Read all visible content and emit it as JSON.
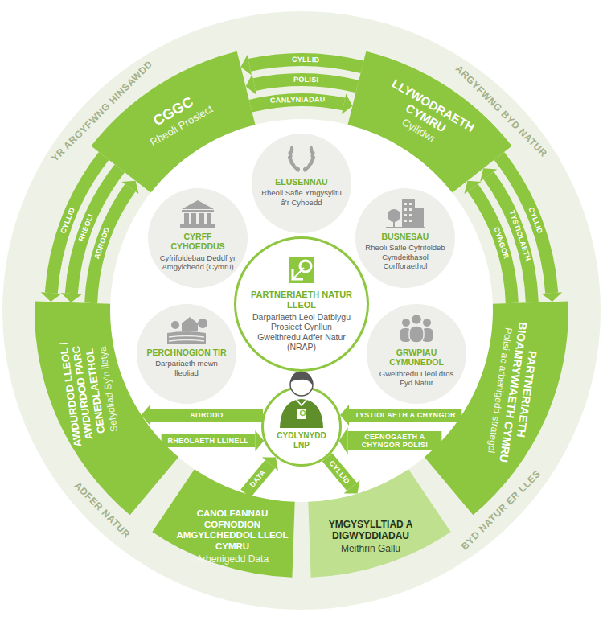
{
  "diagram": {
    "nodes": [
      {
        "text": [
          "CGGC",
          "Rheoli Prosiect"
        ]
      },
      {
        "text": [
          "LLYWODRAETH CYMRU",
          "Cyllidwr"
        ]
      },
      {
        "text": [
          "ELUSENNAU",
          "Rheoli Safle Ymgysylltu â'r Cyhoedd"
        ]
      },
      {
        "text": [
          "CYRFF CYHOEDDUS",
          "Cyfrifoldebau Deddf yr Amgylchedd (Cymru)"
        ]
      },
      {
        "text": [
          "BUSNESAU",
          "Rheoli Safle Cyfrifoldeb Cymdeithasol Corfforaethol"
        ]
      },
      {
        "text": [
          "AWDURDOD LLEOL / AWDURDOD PARC CENEDLAETHOL",
          "Sefydliad Sy'n lletya"
        ]
      },
      {
        "text": [
          "PERCHNOGION TIR",
          "Darpariaeth mewn lleoliad"
        ]
      },
      {
        "text": [
          "PARTNERIAETH NATUR LLEOL",
          "Darpariaeth Leol Datblygu Prosiect Cynllun Gweithredu Adfer Natur (NRAP)"
        ]
      },
      {
        "text": [
          "GRWPIAU CYMUNEDOL",
          "Gweithredu Lleol dros Fyd Natur"
        ]
      },
      {
        "text": [
          "PARTNERIAETH BIOAMRYWIAETH CYMRU",
          "Polisi ac arbenigedd strategol"
        ]
      },
      {
        "text": [
          "CYDLYNYDD LNP"
        ]
      },
      {
        "text": [
          "CANOLFANNAU COFNODION AMGYLCHEDDOL LLEOL CYMRU",
          "Arbenigedd Data"
        ]
      },
      {
        "text": [
          "YMGYSYLLTIAD A DIGWYDDIADAU",
          "Meithrin Gallu"
        ]
      }
    ],
    "edges": [
      {
        "from": 1,
        "to": 0,
        "label": "CYLLID",
        "arrow": "to"
      },
      {
        "from": 1,
        "to": 0,
        "label": "POLISI",
        "arrow": "to"
      },
      {
        "from": 0,
        "to": 1,
        "label": "CANLYNIADAU",
        "arrow": "to"
      },
      {
        "from": 0,
        "to": 5,
        "label": "CYLLID",
        "arrow": "to"
      },
      {
        "from": 0,
        "to": 5,
        "label": "RHEOLI",
        "arrow": "to"
      },
      {
        "from": 5,
        "to": 0,
        "label": "ADRODD",
        "arrow": "to"
      },
      {
        "from": 9,
        "to": 1,
        "label": "CYNGOR",
        "arrow": "to"
      },
      {
        "from": 9,
        "to": 1,
        "label": "TYSTIOLAETH",
        "arrow": "to"
      },
      {
        "from": 1,
        "to": 9,
        "label": "CYLLID",
        "arrow": "to"
      },
      {
        "from": 10,
        "to": 5,
        "label": "ADRODD",
        "arrow": "to"
      },
      {
        "from": 5,
        "to": 10,
        "label": "RHEOLAETH LLINELL",
        "arrow": "to"
      },
      {
        "from": 9,
        "to": 10,
        "label": "TYSTIOLAETH A CHYNGOR",
        "arrow": "to"
      },
      {
        "from": 9,
        "to": 10,
        "label": "CEFNOGAETH A CHYNGOR POLISI",
        "arrow": "to"
      },
      {
        "from": 11,
        "to": 10,
        "label": "DATA",
        "arrow": "to"
      },
      {
        "from": 10,
        "to": 12,
        "label": "CYLLID",
        "arrow": "to"
      }
    ],
    "labels": [
      "YR ARGYFWNG HINSAWDD",
      "ARGYFWNG BYD NATUR",
      "ADFER NATUR",
      "BYD NATUR ER LLES"
    ]
  }
}
